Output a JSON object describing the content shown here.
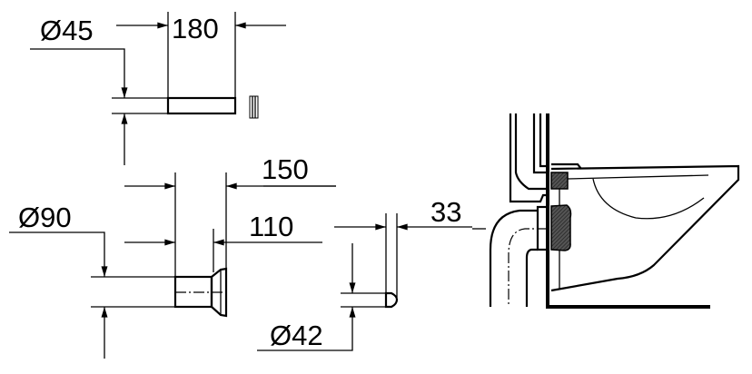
{
  "drawing": {
    "dimensions": {
      "d45": "Ø45",
      "len180": "180",
      "len150": "150",
      "len110": "110",
      "d90": "Ø90",
      "len33": "33",
      "d42": "Ø42"
    },
    "colors": {
      "line": "#000000",
      "background": "#ffffff"
    }
  }
}
